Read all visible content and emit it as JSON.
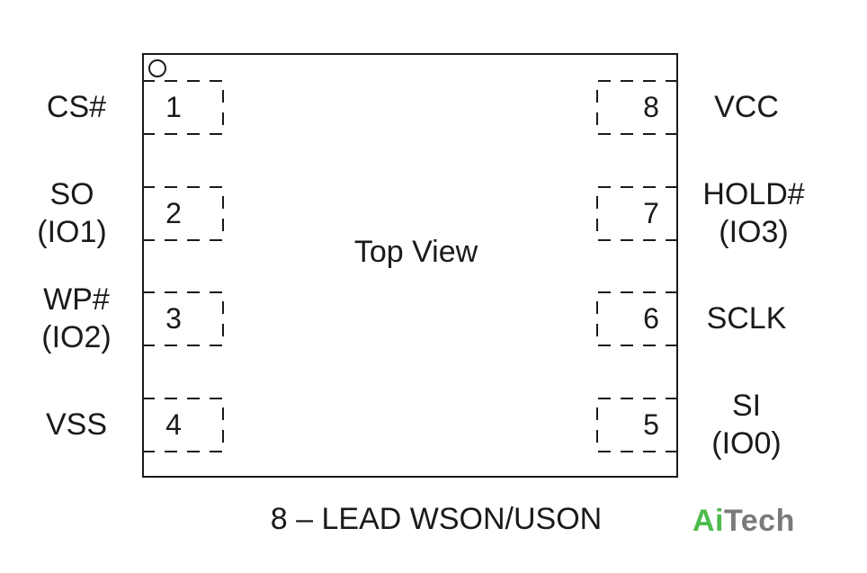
{
  "diagram": {
    "center_label": "Top View",
    "package_name": "8 – LEAD WSON/USON",
    "logo": {
      "part1": "Ai",
      "part2": "Tech",
      "colors": {
        "part1": "#4cbb4c",
        "part2": "#7a7a7a"
      }
    },
    "pins": [
      {
        "number": "1",
        "label_lines": [
          "CS#"
        ]
      },
      {
        "number": "2",
        "label_lines": [
          "SO",
          "(IO1)"
        ]
      },
      {
        "number": "3",
        "label_lines": [
          "WP#",
          "(IO2)"
        ]
      },
      {
        "number": "4",
        "label_lines": [
          "VSS"
        ]
      },
      {
        "number": "5",
        "label_lines": [
          "SI",
          "(IO0)"
        ]
      },
      {
        "number": "6",
        "label_lines": [
          "SCLK"
        ]
      },
      {
        "number": "7",
        "label_lines": [
          "HOLD#",
          "(IO3)"
        ]
      },
      {
        "number": "8",
        "label_lines": [
          "VCC"
        ]
      }
    ]
  }
}
